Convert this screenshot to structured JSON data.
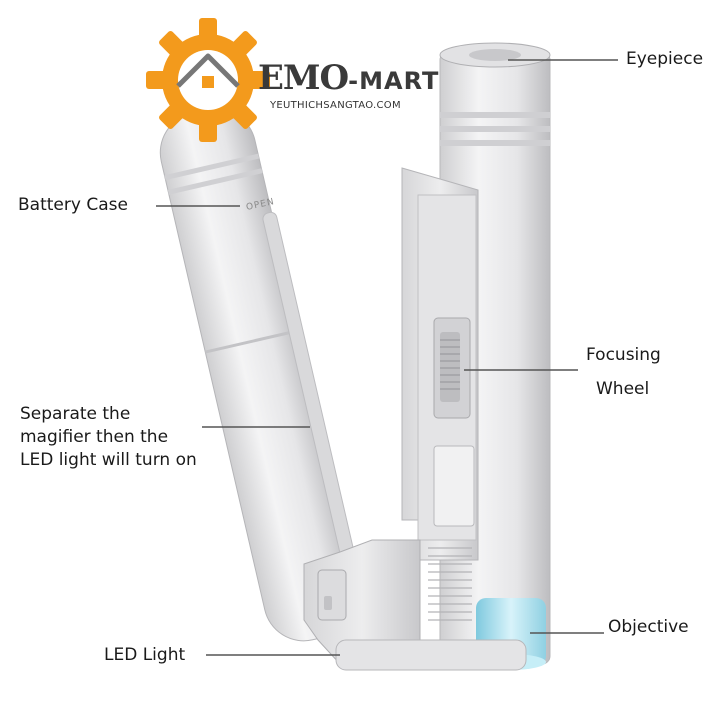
{
  "logo": {
    "brand_main": "EMO",
    "brand_suffix": "-MART",
    "url": "YEUTHICHSANGTAO.COM",
    "icon": "gear-house-logo-icon",
    "accent_color": "#f39a1c"
  },
  "device": {
    "open_marking": "OPEN",
    "body_color": "#e9e9ea",
    "lens_color": "#a9dfec"
  },
  "labels": {
    "eyepiece": "Eyepiece",
    "battery_case": "Battery Case",
    "focusing_wheel_line1": "Focusing",
    "focusing_wheel_line2": "Wheel",
    "separate_line1": "Separate the",
    "separate_line2": "magifier then the",
    "separate_line3": "LED light will turn on",
    "objective": "Objective",
    "led_light": "LED Light"
  }
}
